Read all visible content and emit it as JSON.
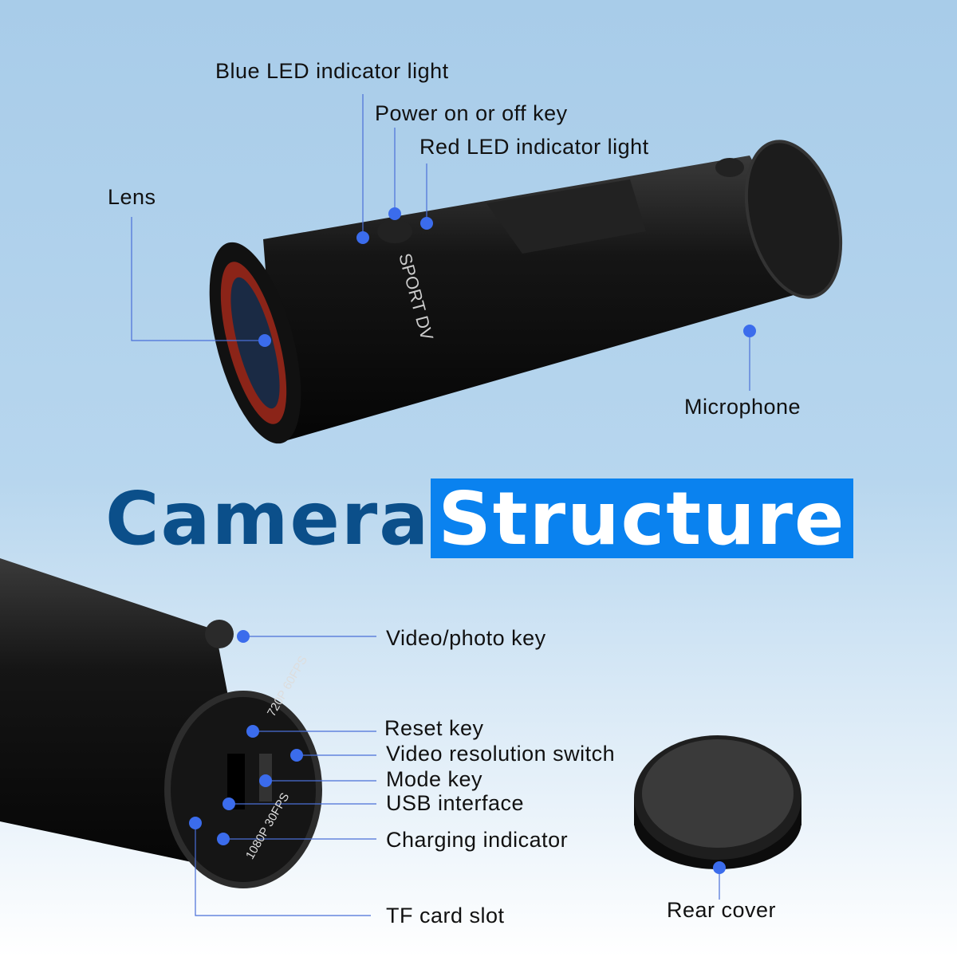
{
  "title": {
    "word1": "Camera",
    "word2": "Structure"
  },
  "colors": {
    "dark_blue": "#0b4f8a",
    "accent_blue": "#0a82ef",
    "dot_blue": "#3b6cec",
    "background": "#a8cce9"
  },
  "top_labels": {
    "blue_led": "Blue LED indicator light",
    "power_key": "Power on or off key",
    "red_led": "Red LED indicator light",
    "lens": "Lens",
    "microphone": "Microphone"
  },
  "bottom_labels": {
    "video_photo_key": "Video/photo key",
    "reset_key": "Reset key",
    "video_resolution_switch": "Video resolution switch",
    "mode_key": "Mode key",
    "usb_interface": "USB interface",
    "charging_indicator": "Charging indicator",
    "tf_card_slot": "TF card slot",
    "rear_cover": "Rear cover"
  },
  "device_text": {
    "brand": "SPORT DV",
    "res1": "720P 60FPS",
    "res2": "1080P 30FPS"
  }
}
